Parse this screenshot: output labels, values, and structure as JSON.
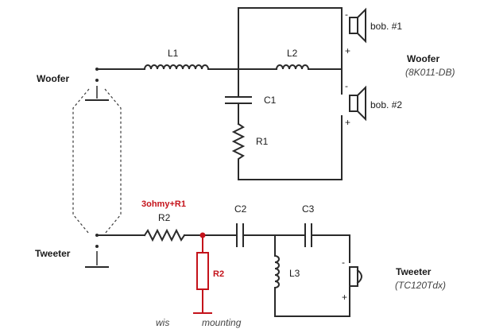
{
  "woofer_section": {
    "input_label": "Woofer",
    "l1_label": "L1",
    "l2_label": "L2",
    "c1_label": "C1",
    "r1_label": "R1",
    "driver1_label": "bob. #1",
    "driver2_label": "bob. #2",
    "driver_title": "Woofer",
    "driver_model": "(8K011-DB)"
  },
  "tweeter_section": {
    "input_label": "Tweeter",
    "r2_label": "R2",
    "annotation": "3ohmy+R1",
    "c2_label": "C2",
    "c3_label": "C3",
    "l3_label": "L3",
    "added_resistor_label": "R2",
    "driver_title": "Tweeter",
    "driver_model": "(TC120Tdx)"
  },
  "bottom_notes": {
    "left": "wis",
    "right": "mounting"
  },
  "polarity": {
    "minus": "-",
    "plus": "+"
  },
  "colors": {
    "wire": "#2a2a2a",
    "annotation": "#c4121a"
  }
}
